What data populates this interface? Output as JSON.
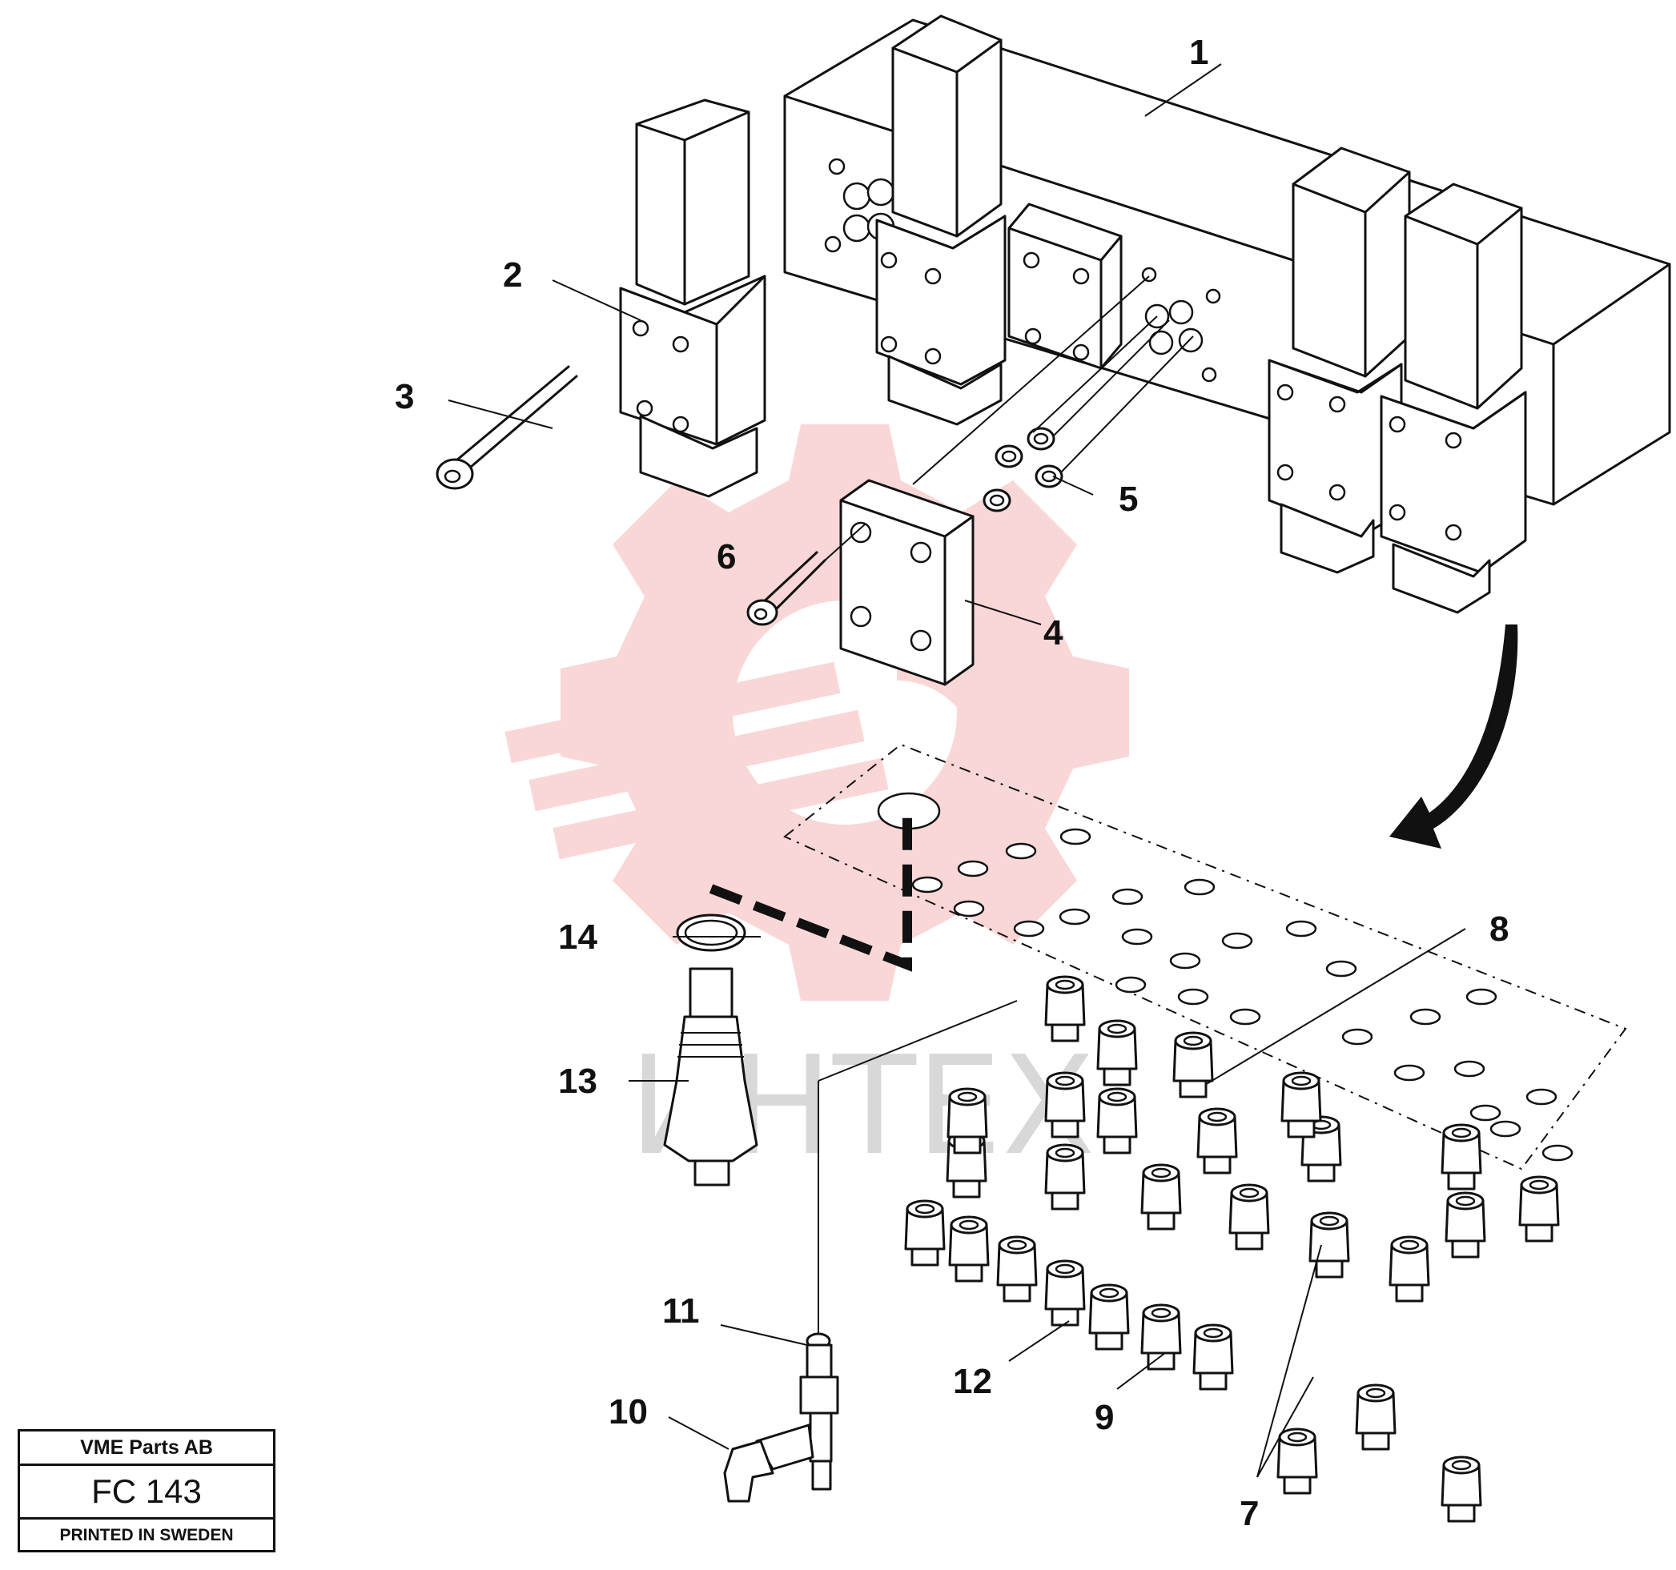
{
  "titleblock": {
    "company": "VME Parts AB",
    "code": "FC 143",
    "printed": "PRINTED IN SWEDEN"
  },
  "watermark": {
    "text": "ИНТЕХ",
    "color": "#f6b7b7"
  },
  "callouts": [
    {
      "id": "1",
      "label": "1"
    },
    {
      "id": "2",
      "label": "2"
    },
    {
      "id": "3",
      "label": "3"
    },
    {
      "id": "4",
      "label": "4"
    },
    {
      "id": "5",
      "label": "5"
    },
    {
      "id": "6",
      "label": "6"
    },
    {
      "id": "7",
      "label": "7"
    },
    {
      "id": "8",
      "label": "8"
    },
    {
      "id": "9",
      "label": "9"
    },
    {
      "id": "10",
      "label": "10"
    },
    {
      "id": "11",
      "label": "11"
    },
    {
      "id": "12",
      "label": "12"
    },
    {
      "id": "13",
      "label": "13"
    },
    {
      "id": "14",
      "label": "14"
    }
  ]
}
